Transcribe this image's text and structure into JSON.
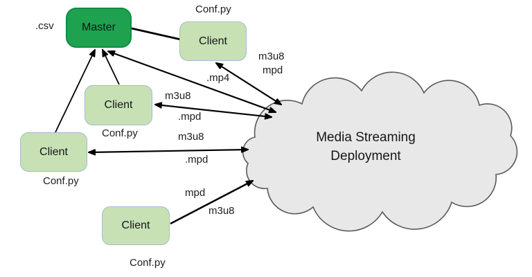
{
  "diagram": {
    "nodes": {
      "master": {
        "label": "Master"
      },
      "client_top_right": {
        "label": "Client"
      },
      "client_middle": {
        "label": "Client"
      },
      "client_left": {
        "label": "Client"
      },
      "client_bottom": {
        "label": "Client"
      }
    },
    "cloud": {
      "line1": "Media Streaming",
      "line2": "Deployment"
    },
    "edge_labels": {
      "csv": ".csv",
      "conf_top_right": "Conf.py",
      "m3u8_top": "m3u8",
      "mpd_top": "mpd",
      "mp4": ".mp4",
      "m3u8_middle": "m3u8",
      "mpd_middle": ".mpd",
      "conf_middle": "Conf.py",
      "m3u8_left": "m3u8",
      "mpd_left": ".mpd",
      "conf_left": "Conf.py",
      "mpd_bottom": "mpd",
      "m3u8_bottom": "m3u8",
      "conf_bottom": "Conf.py"
    },
    "colors": {
      "master_fill": "#1ea24f",
      "master_border": "#0f8c44",
      "client_fill": "#c7e1b5",
      "client_border": "#a4bacf",
      "cloud_fill": "#e8e8e8",
      "cloud_border": "#595959",
      "arrow": "#000000",
      "text": "#1c1c1c"
    }
  }
}
